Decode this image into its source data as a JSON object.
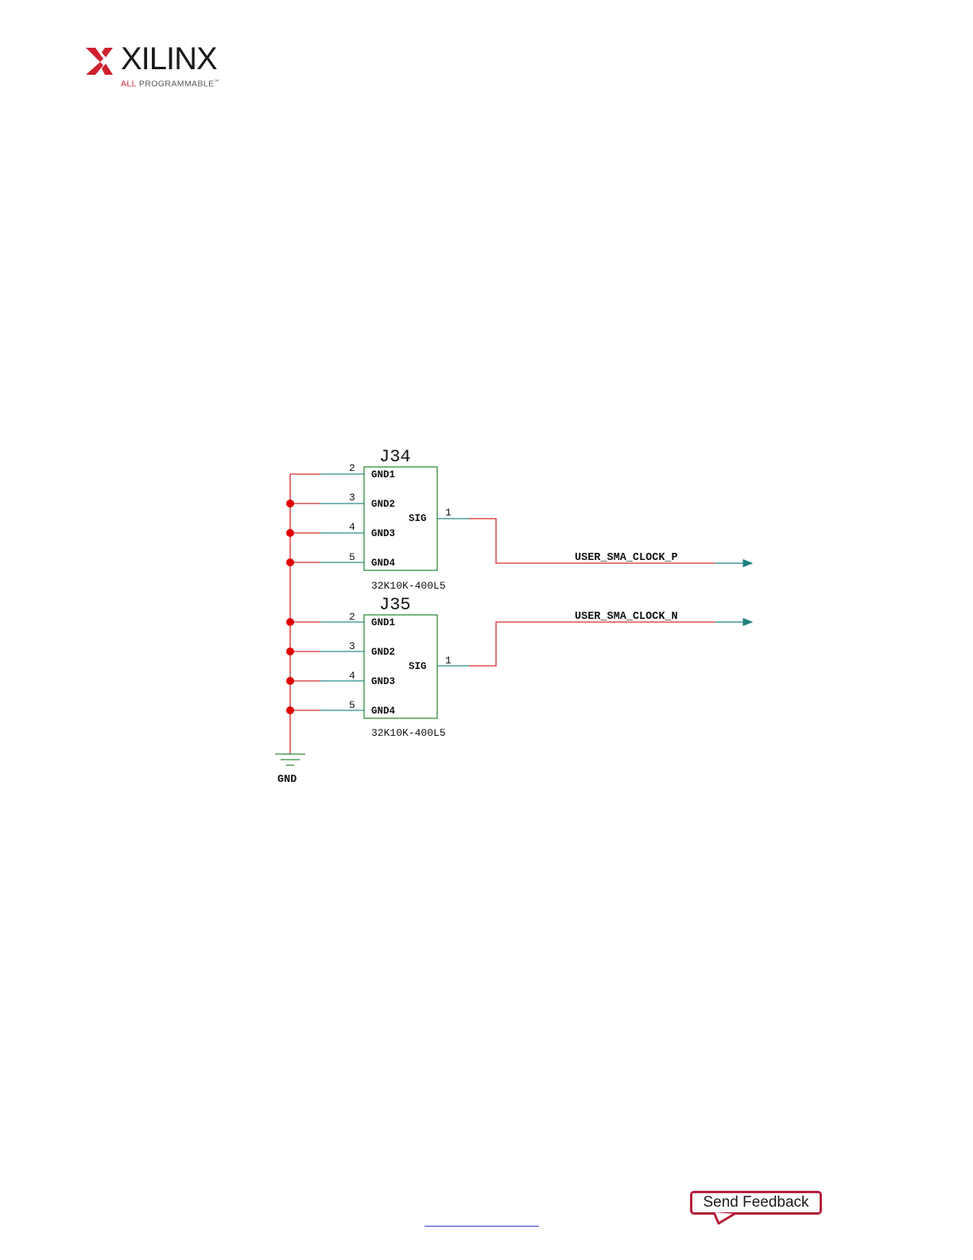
{
  "header": {
    "logo_text": "XILINX",
    "logo_tagline_accent": "ALL",
    "logo_tagline_rest": " PROGRAMMABLE",
    "logo_tagline_tm": "™"
  },
  "schematic": {
    "connectors": [
      {
        "ref": "J34",
        "part": "32K10K-400L5",
        "pins": [
          {
            "num": "2",
            "name": "GND1"
          },
          {
            "num": "3",
            "name": "GND2"
          },
          {
            "num": "4",
            "name": "GND3"
          },
          {
            "num": "5",
            "name": "GND4"
          }
        ],
        "sig_pin": {
          "num": "1",
          "name": "SIG"
        },
        "net": "USER_SMA_CLOCK_P"
      },
      {
        "ref": "J35",
        "part": "32K10K-400L5",
        "pins": [
          {
            "num": "2",
            "name": "GND1"
          },
          {
            "num": "3",
            "name": "GND2"
          },
          {
            "num": "4",
            "name": "GND3"
          },
          {
            "num": "5",
            "name": "GND4"
          }
        ],
        "sig_pin": {
          "num": "1",
          "name": "SIG"
        },
        "net": "USER_SMA_CLOCK_N"
      }
    ],
    "ground_label": "GND",
    "colors": {
      "wire": "#d42a2a",
      "pin": "#2a8a8a",
      "body": "#2e8b3a",
      "junction": "#e00000",
      "port": "#1f8080"
    }
  },
  "footer": {
    "feedback_label": "Send Feedback",
    "feedback_color": "#b41f3a"
  }
}
